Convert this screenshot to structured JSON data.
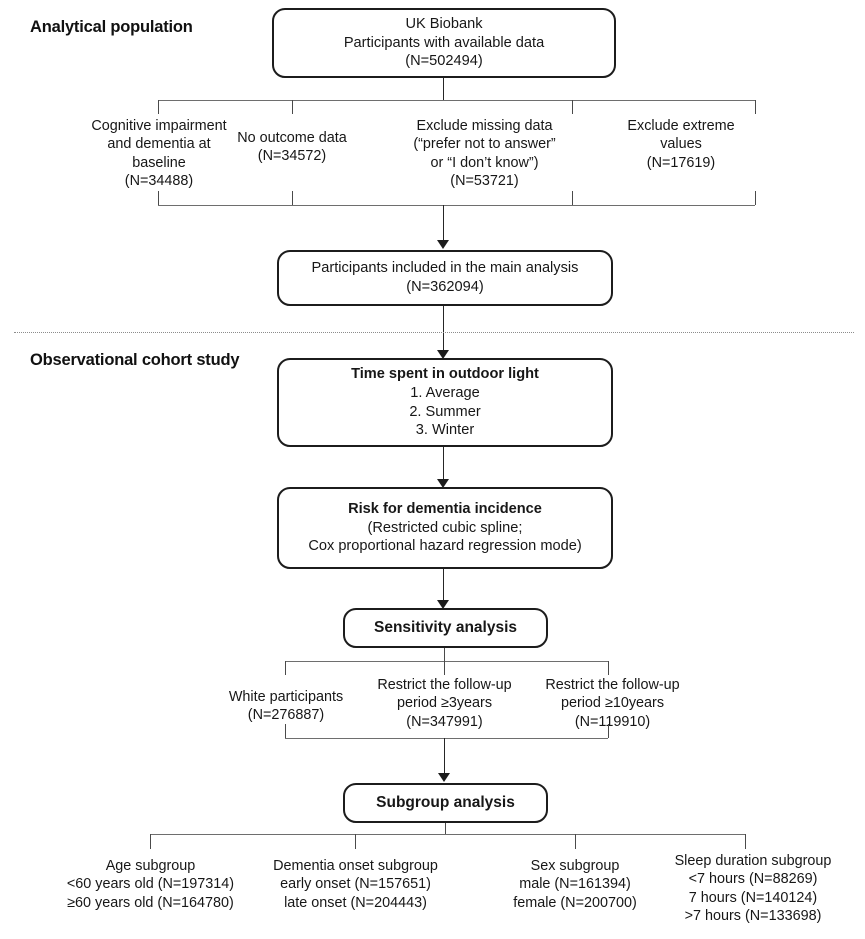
{
  "figure": {
    "type": "flowchart",
    "sections": [
      {
        "id": "analytical",
        "title": "Analytical population"
      },
      {
        "id": "observational",
        "title": "Observational cohort study"
      }
    ]
  },
  "nodes": {
    "source": {
      "lines": [
        "UK Biobank",
        "Participants with available data",
        "(N=502494)"
      ]
    },
    "included": {
      "lines": [
        "Participants included in the main analysis",
        "(N=362094)"
      ]
    },
    "exposure": {
      "heading": "Time spent in outdoor light",
      "lines": [
        "1. Average",
        "2. Summer",
        "3. Winter"
      ]
    },
    "outcome": {
      "heading": "Risk for dementia incidence",
      "lines": [
        "(Restricted cubic spline;",
        "Cox proportional hazard regression mode)"
      ]
    },
    "sensitivity": {
      "label": "Sensitivity analysis"
    },
    "subgroup": {
      "label": "Subgroup analysis"
    }
  },
  "exclusions": [
    {
      "lines": [
        "Cognitive impairment",
        "and dementia at",
        "baseline",
        "(N=34488)"
      ]
    },
    {
      "lines": [
        "No outcome data",
        "(N=34572)"
      ]
    },
    {
      "lines": [
        "Exclude missing data",
        "(“prefer not to answer”",
        "or “I don’t know”)",
        "(N=53721)"
      ]
    },
    {
      "lines": [
        "Exclude extreme",
        "values",
        "(N=17619)"
      ]
    }
  ],
  "sensitivity_branches": [
    {
      "lines": [
        "White participants",
        "(N=276887)"
      ]
    },
    {
      "lines": [
        "Restrict the follow-up",
        "period ≥3years",
        "(N=347991)"
      ]
    },
    {
      "lines": [
        "Restrict the follow-up",
        "period ≥10years",
        "(N=119910)"
      ]
    }
  ],
  "subgroup_branches": [
    {
      "lines": [
        "Age subgroup",
        "<60 years old (N=197314)",
        "≥60 years old (N=164780)"
      ]
    },
    {
      "lines": [
        "Dementia onset subgroup",
        "early onset (N=157651)",
        "late onset (N=204443)"
      ]
    },
    {
      "lines": [
        "Sex subgroup",
        "male (N=161394)",
        "female (N=200700)"
      ]
    },
    {
      "lines": [
        "Sleep duration subgroup",
        "<7 hours (N=88269)",
        "7 hours (N=140124)",
        ">7 hours (N=133698)"
      ]
    }
  ],
  "colors": {
    "stroke": "#1c1c1c",
    "connector": "#6e6e6e",
    "text": "#171717",
    "background": "#ffffff",
    "separator": "#8c8c8c"
  }
}
